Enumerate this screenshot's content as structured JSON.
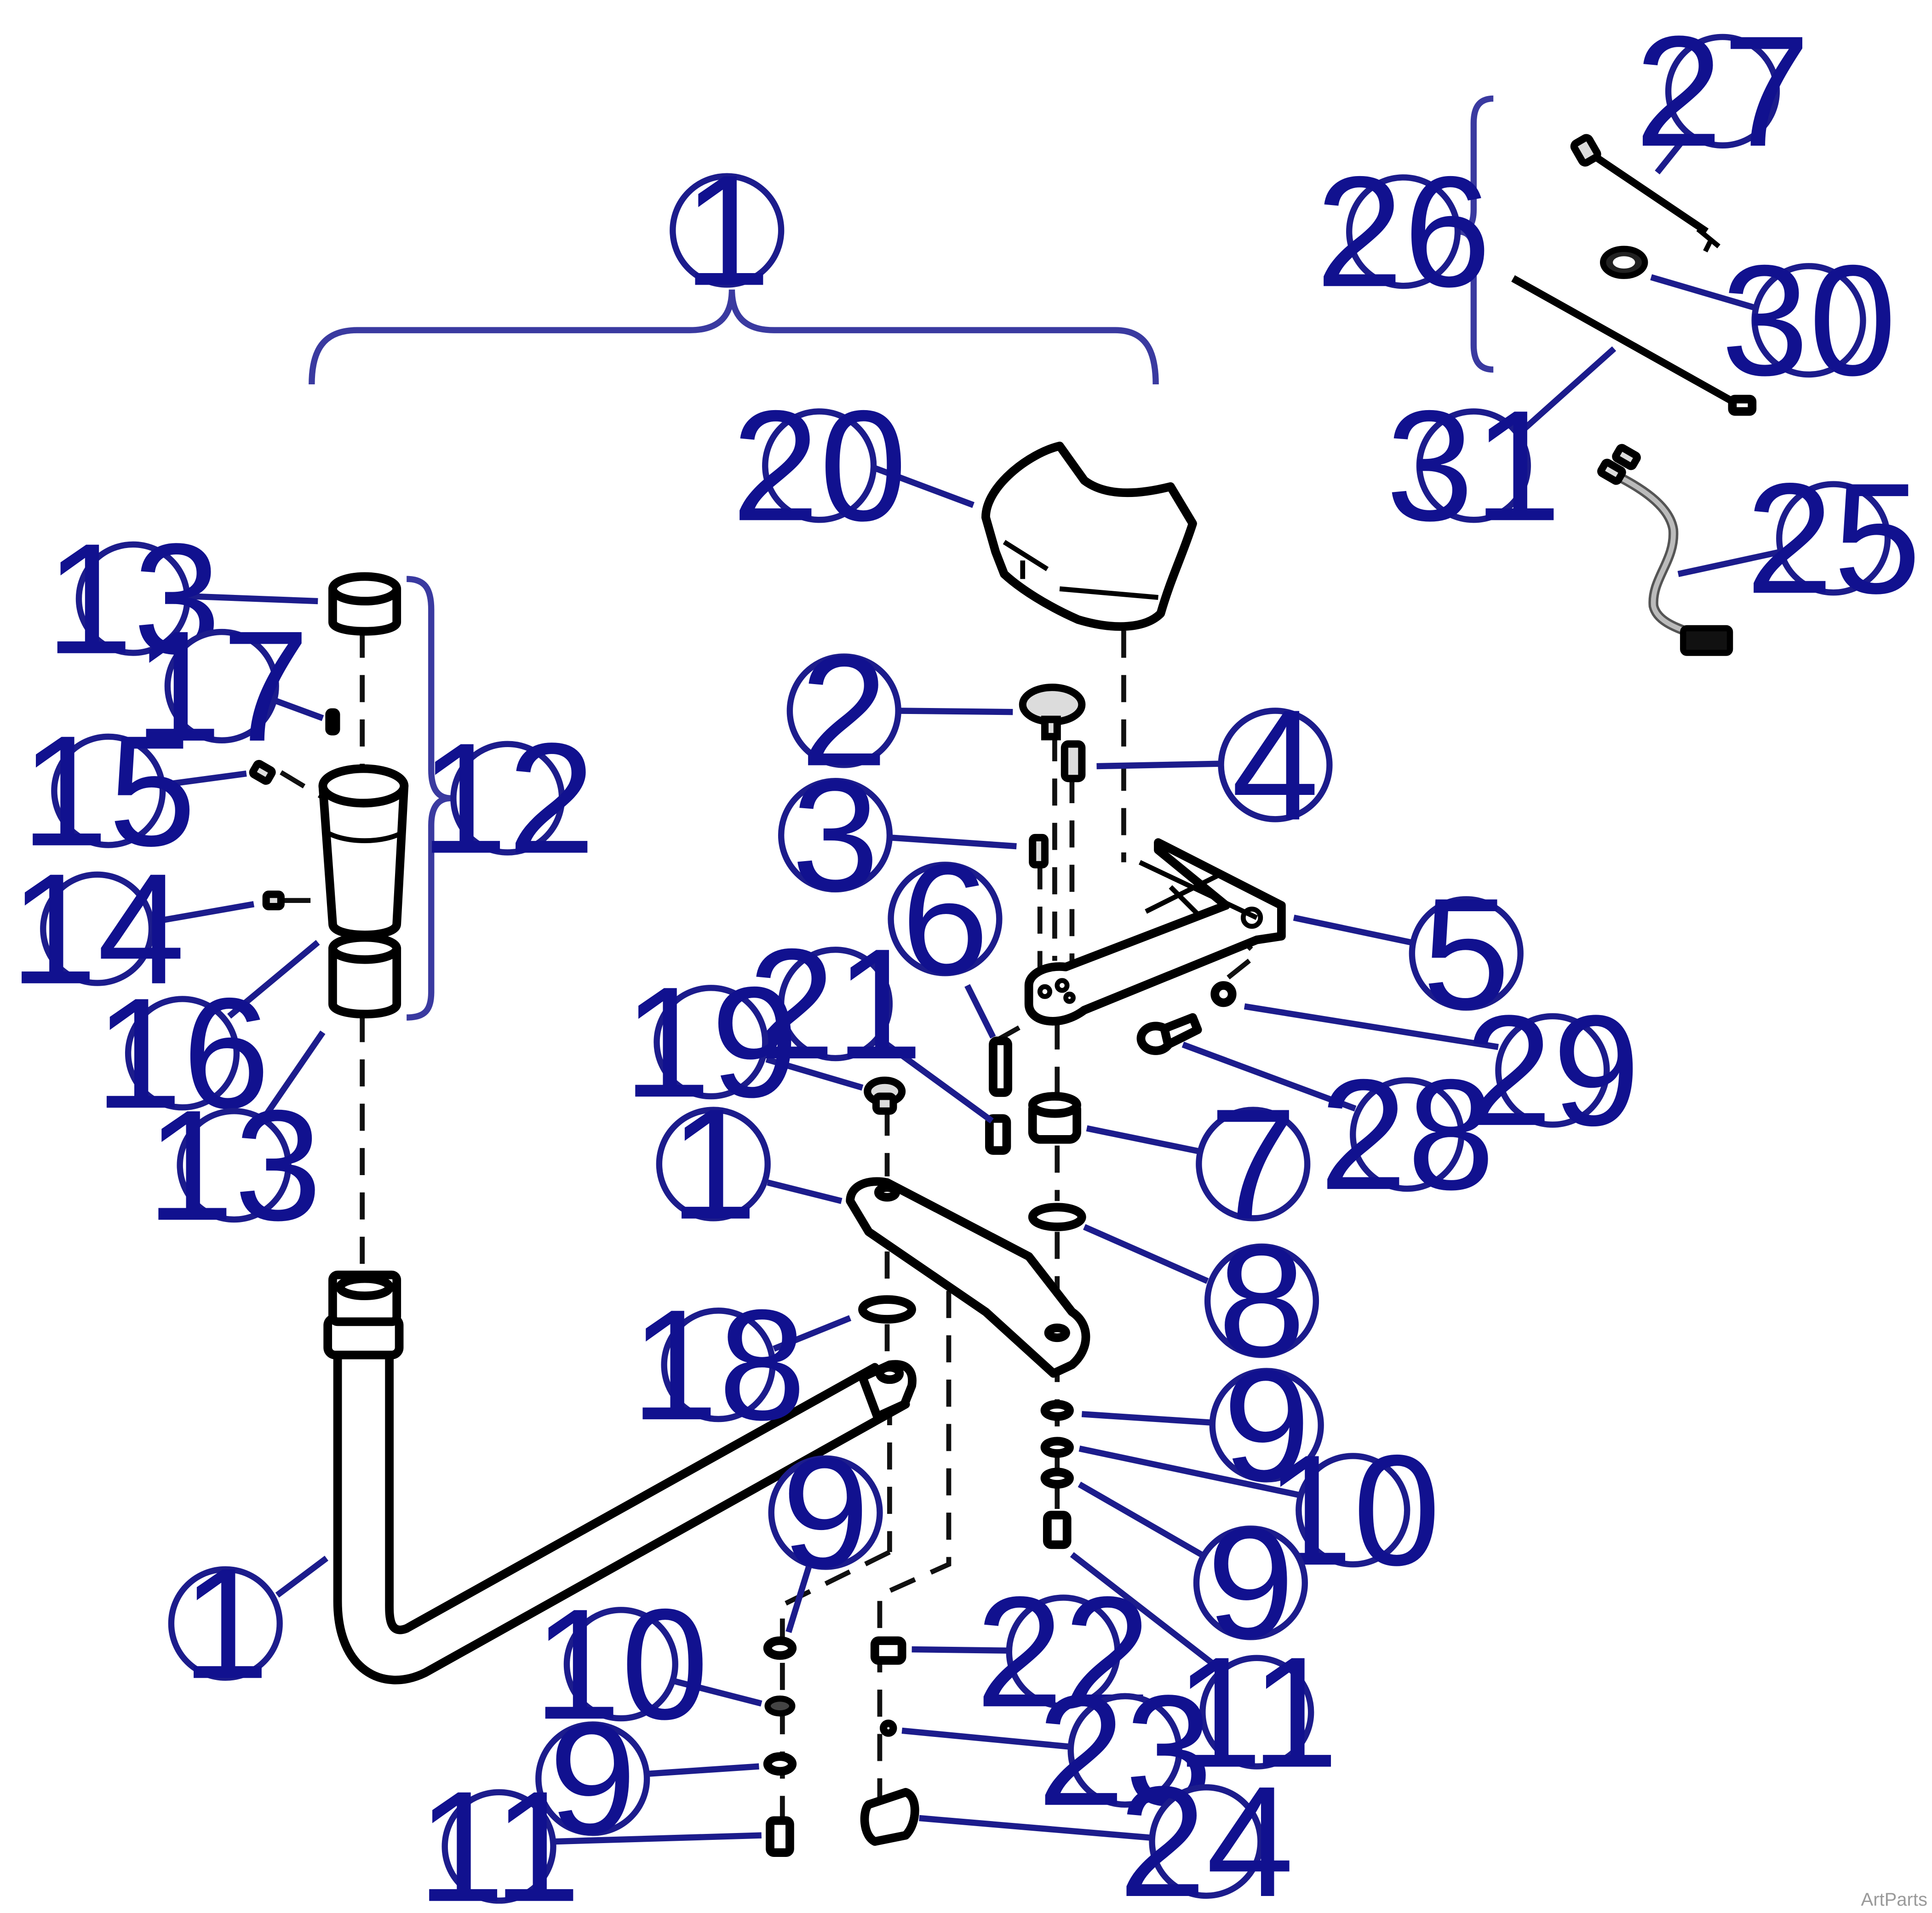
{
  "colors": {
    "callout_stroke": "#1c1c8c",
    "callout_text": "#11118f",
    "leader": "#1c1c8c",
    "bracket": "#3a3aa0"
  },
  "callouts": [
    {
      "id": "c1-top",
      "label": "1"
    },
    {
      "id": "c20",
      "label": "20"
    },
    {
      "id": "c13-top",
      "label": "13"
    },
    {
      "id": "c17",
      "label": "17"
    },
    {
      "id": "c15",
      "label": "15"
    },
    {
      "id": "c12",
      "label": "12"
    },
    {
      "id": "c14",
      "label": "14"
    },
    {
      "id": "c16",
      "label": "16"
    },
    {
      "id": "c13-bot",
      "label": "13"
    },
    {
      "id": "c2",
      "label": "2"
    },
    {
      "id": "c4",
      "label": "4"
    },
    {
      "id": "c3",
      "label": "3"
    },
    {
      "id": "c6",
      "label": "6"
    },
    {
      "id": "c5",
      "label": "5"
    },
    {
      "id": "c21",
      "label": "21"
    },
    {
      "id": "c19",
      "label": "19"
    },
    {
      "id": "c29",
      "label": "29"
    },
    {
      "id": "c28",
      "label": "28"
    },
    {
      "id": "c7",
      "label": "7"
    },
    {
      "id": "c1-mid",
      "label": "1"
    },
    {
      "id": "c8",
      "label": "8"
    },
    {
      "id": "c18",
      "label": "18"
    },
    {
      "id": "c9-r1",
      "label": "9"
    },
    {
      "id": "c10-r",
      "label": "10"
    },
    {
      "id": "c9-r2",
      "label": "9"
    },
    {
      "id": "c11-r",
      "label": "11"
    },
    {
      "id": "c1-low",
      "label": "1"
    },
    {
      "id": "c9-l1",
      "label": "9"
    },
    {
      "id": "c10-l",
      "label": "10"
    },
    {
      "id": "c9-l2",
      "label": "9"
    },
    {
      "id": "c11-l",
      "label": "11"
    },
    {
      "id": "c22",
      "label": "22"
    },
    {
      "id": "c23",
      "label": "23"
    },
    {
      "id": "c24",
      "label": "24"
    },
    {
      "id": "c27",
      "label": "27"
    },
    {
      "id": "c26",
      "label": "26"
    },
    {
      "id": "c30",
      "label": "30"
    },
    {
      "id": "c31",
      "label": "31"
    },
    {
      "id": "c25",
      "label": "25"
    }
  ],
  "watermark": "ArtParts"
}
